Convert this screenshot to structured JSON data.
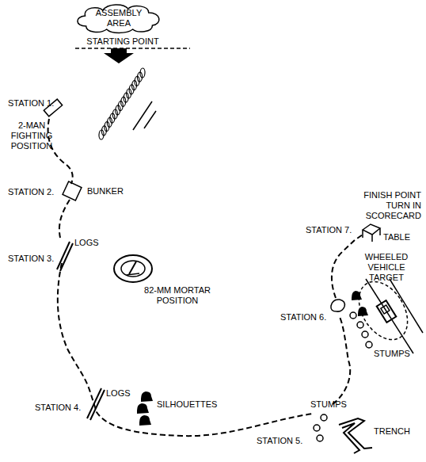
{
  "diagram": {
    "nodes": [
      {
        "text": [
          "ASSEMBLY AREA"
        ]
      }
    ],
    "labels": [
      "STARTING POINT",
      "STATION 1.",
      "2-MAN FIGHTING POSITION",
      "STATION 2.",
      "BUNKER",
      "STATION 3.",
      "LOGS",
      "82-MM MORTAR POSITION",
      "STATION 4.",
      "LOGS",
      "SILHOUETTES",
      "STATION 5.",
      "STUMPS",
      "TRENCH",
      "STATION 6.",
      "STUMPS",
      "WHEELED VEHICLE TARGET",
      "STATION 7.",
      "FINISH POINT TURN IN SCORECARD",
      "TABLE"
    ]
  }
}
